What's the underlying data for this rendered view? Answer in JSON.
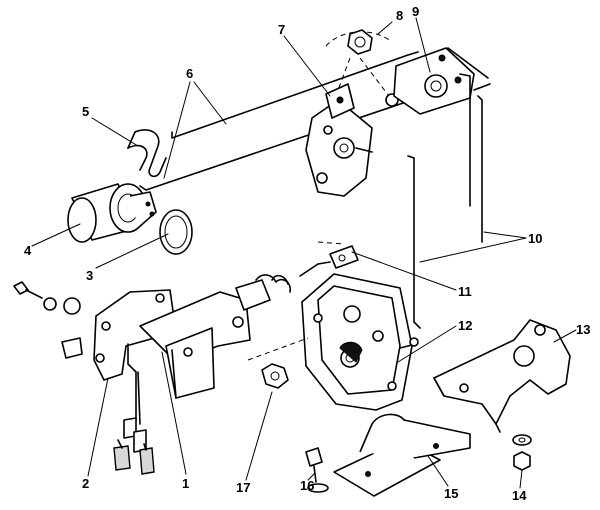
{
  "callouts": [
    {
      "text": "1"
    },
    {
      "text": "2"
    },
    {
      "text": "3"
    },
    {
      "text": "4"
    },
    {
      "text": "5"
    },
    {
      "text": "6"
    },
    {
      "text": "7"
    },
    {
      "text": "8"
    },
    {
      "text": "9"
    },
    {
      "text": "10"
    },
    {
      "text": "11"
    },
    {
      "text": "12"
    },
    {
      "text": "13"
    },
    {
      "text": "14"
    },
    {
      "text": "15"
    },
    {
      "text": "16"
    },
    {
      "text": "17"
    }
  ]
}
